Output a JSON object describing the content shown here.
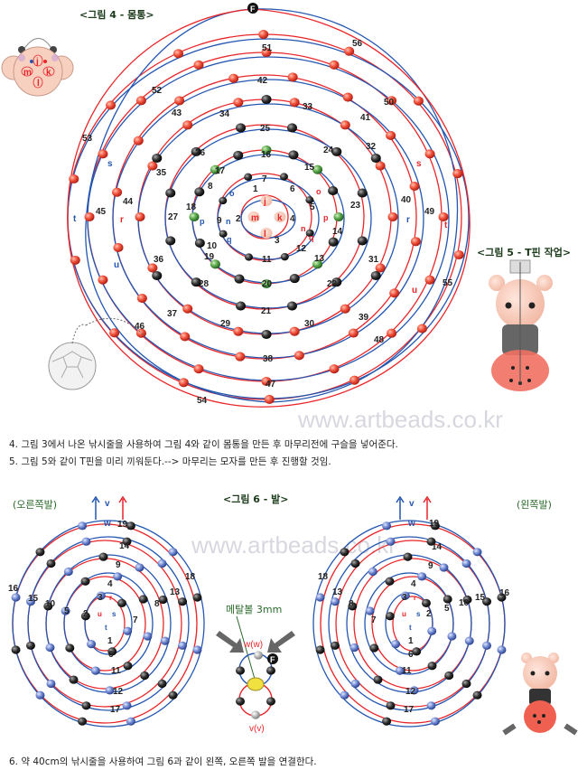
{
  "watermark": "www.artbeads.co.kr",
  "face_labels": [
    "j",
    "m",
    "k",
    "l"
  ],
  "fig4": {
    "title": "<그림 4 - 몸통>",
    "start_marker": "F",
    "numbers": [
      "51",
      "56",
      "42",
      "50",
      "52",
      "43",
      "33",
      "41",
      "34",
      "25",
      "53",
      "24",
      "32",
      "26",
      "16",
      "35",
      "17",
      "15",
      "8",
      "7",
      "6",
      "40",
      "44",
      "23",
      "1",
      "27",
      "18",
      "2",
      "4",
      "5",
      "14",
      "49",
      "45",
      "3",
      "10",
      "12",
      "36",
      "19",
      "11",
      "13",
      "31",
      "28",
      "20",
      "22",
      "55",
      "21",
      "37",
      "29",
      "30",
      "39",
      "46",
      "48",
      "38",
      "47",
      "54",
      "9"
    ],
    "letters": [
      "s",
      "s",
      "t",
      "t",
      "r",
      "r",
      "u",
      "u",
      "j",
      "m",
      "k",
      "l",
      "n",
      "n",
      "o",
      "o",
      "p",
      "p",
      "q",
      "q"
    ],
    "colors": {
      "red": "#e8262a",
      "blue": "#2456b0",
      "green": "#3d9a3d"
    }
  },
  "fig5": {
    "title": "<그림 5 - T핀 작업>"
  },
  "fig6": {
    "title": "<그림 6 - 발>",
    "right_foot": "(오른쪽발)",
    "left_foot": "(왼쪽발)",
    "metal_ball": "메탈볼 3mm",
    "top_label": "w(w)",
    "bottom_label": "v(v)",
    "marker": "F",
    "numbers": [
      "19",
      "14",
      "9",
      "18",
      "13",
      "4",
      "16",
      "15",
      "10",
      "5",
      "3",
      "8",
      "2",
      "7",
      "1",
      "6",
      "11",
      "12",
      "17"
    ],
    "letters": [
      "v",
      "w",
      "r",
      "s",
      "u",
      "t"
    ]
  },
  "instructions": [
    "4. 그림 3에서 나온 낚시줄을 사용하여 그림 4와 같이 몸통을 만든 후 마무리전에 구슬을 넣어준다.",
    "5. 그림 5와 같이 T핀을 미리 끼워둔다.--> 마무리는 모자를 만든 후 진행할 것임.",
    "6. 약 40cm의 낚시줄을 사용하여 그림 6과 같이 왼쪽, 오른쪽 발을 연결한다."
  ]
}
